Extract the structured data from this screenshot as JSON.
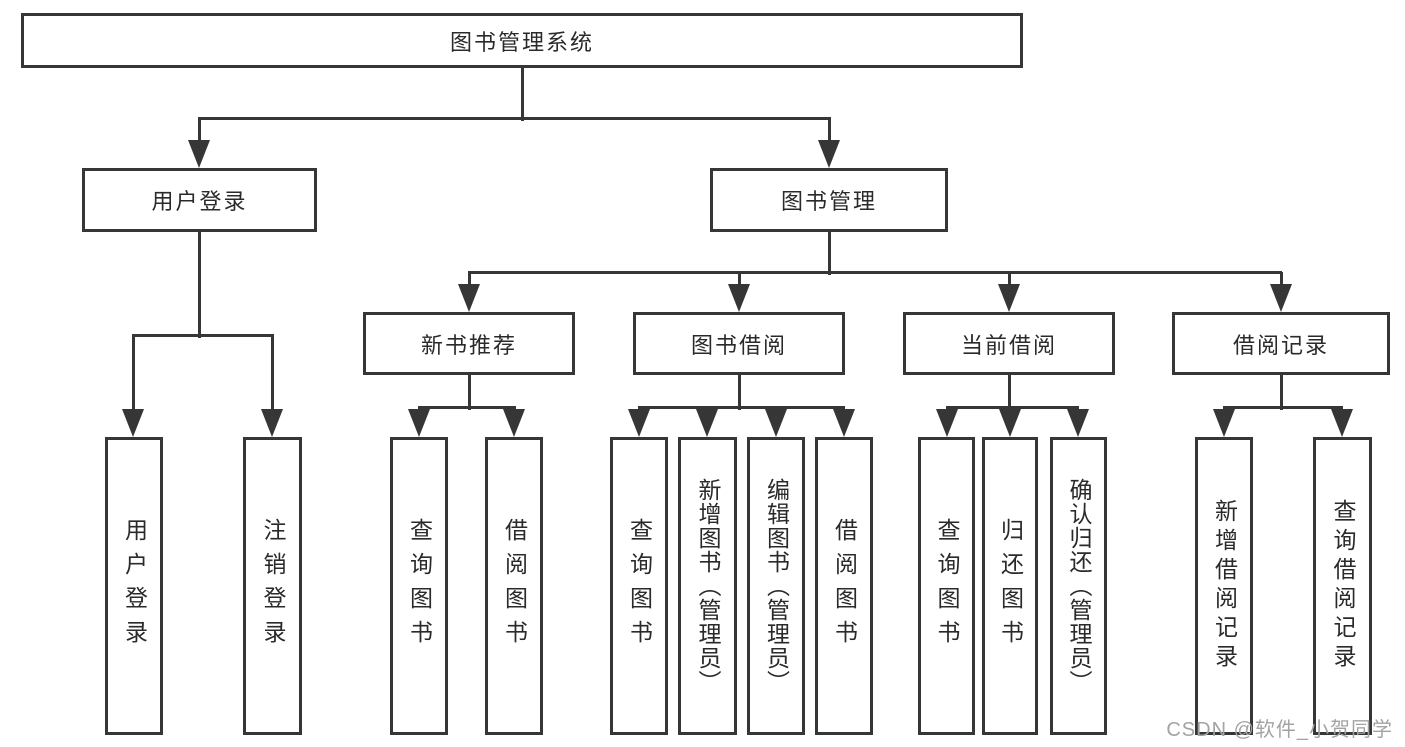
{
  "page": {
    "background": "#ffffff",
    "line_color": "#363636",
    "text_color": "#2a2a2a",
    "watermark_color": "#a3a3a3"
  },
  "diagram": {
    "type": "hierarchy",
    "title": "图书管理系统",
    "watermark": "CSDN @软件_小贺同学",
    "nodes": [
      {
        "id": "root",
        "label": "图书管理系统",
        "level": 1,
        "parent": null
      },
      {
        "id": "user-login",
        "label": "用户登录",
        "level": 2,
        "parent": "root"
      },
      {
        "id": "book-mgmt",
        "label": "图书管理",
        "level": 2,
        "parent": "root"
      },
      {
        "id": "new-book-rec",
        "label": "新书推荐",
        "level": 3,
        "parent": "book-mgmt"
      },
      {
        "id": "book-borrow",
        "label": "图书借阅",
        "level": 3,
        "parent": "book-mgmt"
      },
      {
        "id": "current-borrow",
        "label": "当前借阅",
        "level": 3,
        "parent": "book-mgmt"
      },
      {
        "id": "borrow-records",
        "label": "借阅记录",
        "level": 3,
        "parent": "book-mgmt"
      },
      {
        "id": "leaf-user-login",
        "label": "用户登录",
        "level": 4,
        "parent": "user-login"
      },
      {
        "id": "leaf-logout",
        "label": "注销登录",
        "level": 4,
        "parent": "user-login"
      },
      {
        "id": "leaf-query-book-1",
        "label": "查询图书",
        "level": 4,
        "parent": "new-book-rec"
      },
      {
        "id": "leaf-borrow-book-1",
        "label": "借阅图书",
        "level": 4,
        "parent": "new-book-rec"
      },
      {
        "id": "leaf-query-book-2",
        "label": "查询图书",
        "level": 4,
        "parent": "book-borrow"
      },
      {
        "id": "leaf-add-book",
        "label": "新增图书（管理员）",
        "level": 4,
        "parent": "book-borrow"
      },
      {
        "id": "leaf-edit-book",
        "label": "编辑图书（管理员）",
        "level": 4,
        "parent": "book-borrow"
      },
      {
        "id": "leaf-borrow-book-2",
        "label": "借阅图书",
        "level": 4,
        "parent": "book-borrow"
      },
      {
        "id": "leaf-query-book-3",
        "label": "查询图书",
        "level": 4,
        "parent": "current-borrow"
      },
      {
        "id": "leaf-return-book",
        "label": "归还图书",
        "level": 4,
        "parent": "current-borrow"
      },
      {
        "id": "leaf-confirm-return",
        "label": "确认归还（管理员）",
        "level": 4,
        "parent": "current-borrow"
      },
      {
        "id": "leaf-add-record",
        "label": "新增借阅记录",
        "level": 4,
        "parent": "borrow-records"
      },
      {
        "id": "leaf-query-record",
        "label": "查询借阅记录",
        "level": 4,
        "parent": "borrow-records"
      }
    ]
  }
}
